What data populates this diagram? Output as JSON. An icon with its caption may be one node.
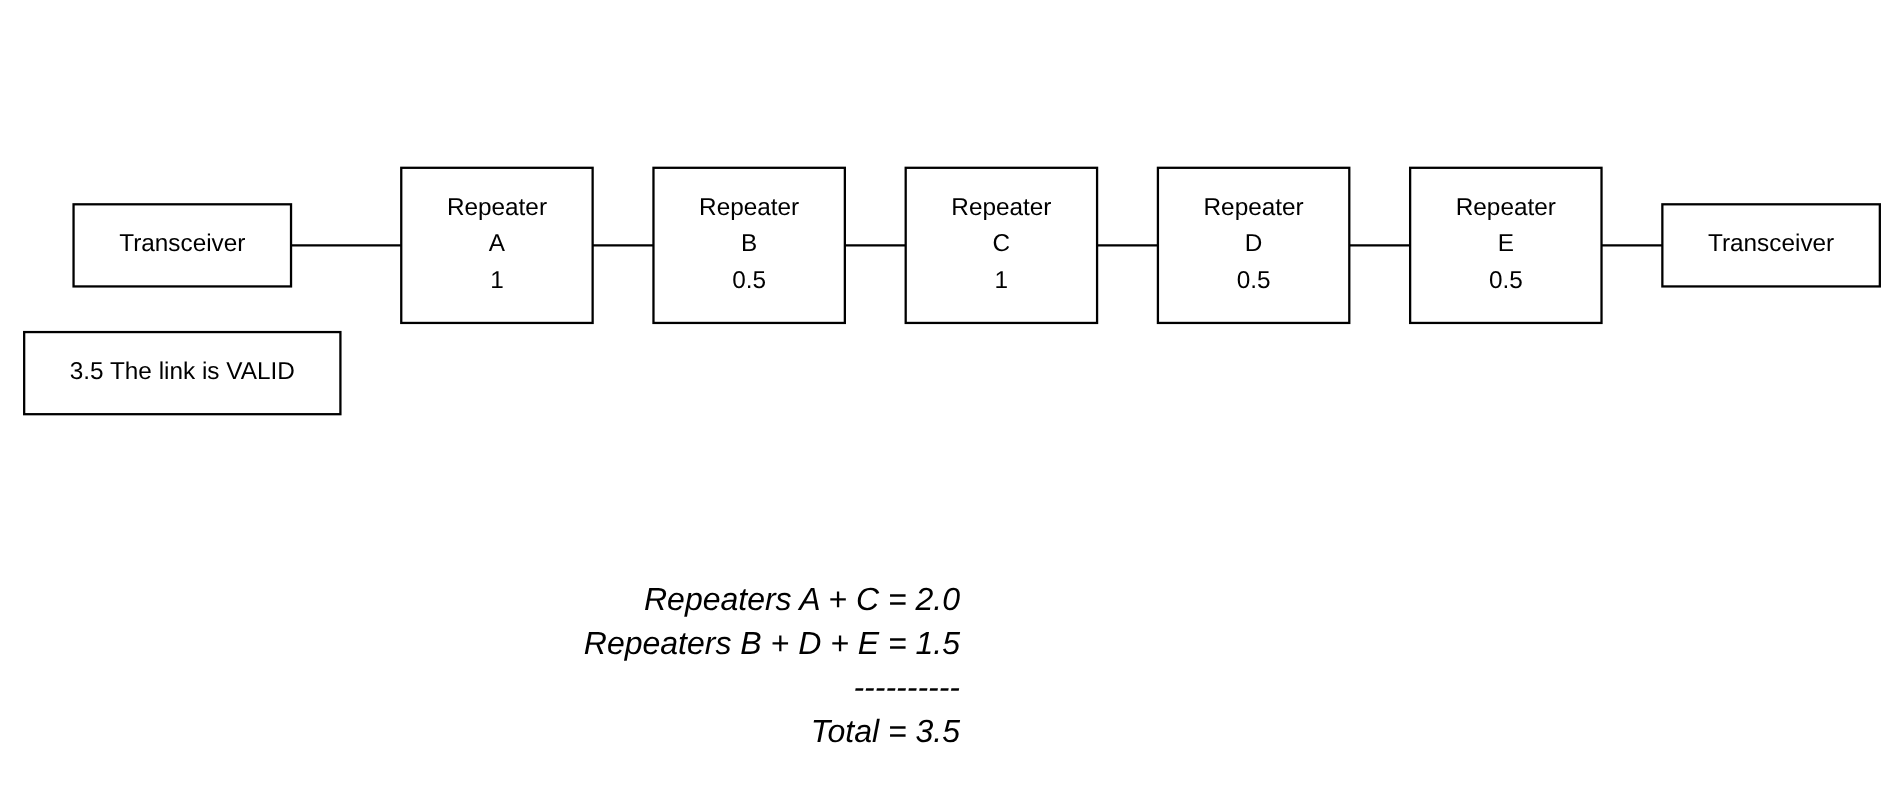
{
  "diagram": {
    "nodes": [
      {
        "text": [
          "Transceiver"
        ]
      },
      {
        "text": [
          "Repeater",
          "A",
          "1"
        ]
      },
      {
        "text": [
          "Repeater",
          "B",
          "0.5"
        ]
      },
      {
        "text": [
          "Repeater",
          "C",
          "1"
        ]
      },
      {
        "text": [
          "Repeater",
          "D",
          "0.5"
        ]
      },
      {
        "text": [
          "Repeater",
          "E",
          "0.5"
        ]
      },
      {
        "text": [
          "Transceiver"
        ]
      },
      {
        "text": [
          "3.5  The link is VALID"
        ]
      }
    ],
    "edges": [
      {
        "from": 0,
        "to": 1,
        "arrow": "none"
      },
      {
        "from": 1,
        "to": 2,
        "arrow": "none"
      },
      {
        "from": 2,
        "to": 3,
        "arrow": "none"
      },
      {
        "from": 3,
        "to": 4,
        "arrow": "none"
      },
      {
        "from": 4,
        "to": 5,
        "arrow": "none"
      },
      {
        "from": 5,
        "to": 6,
        "arrow": "none"
      }
    ],
    "labels": [
      "Repeaters A + C = 2.0",
      "Repeaters B + D + E = 1.5",
      "----------",
      "Total = 3.5"
    ]
  }
}
